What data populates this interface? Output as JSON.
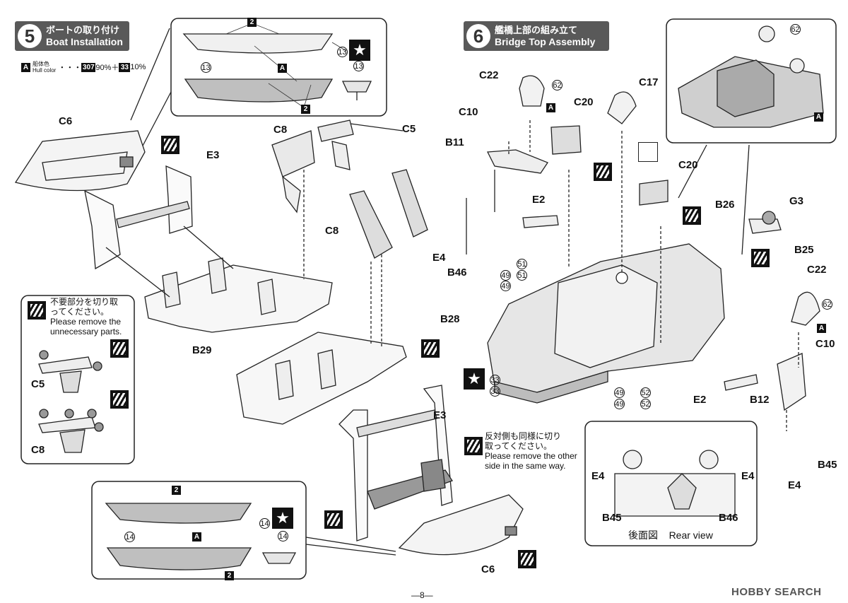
{
  "step5": {
    "num": "5",
    "jp": "ボートの取り付け",
    "en": "Boat Installation"
  },
  "hull_color": {
    "letter": "A",
    "jp": "船体色",
    "en": "Hull color",
    "dots": "・・・",
    "c1": "307",
    "p1": "90%＋",
    "c2": "33",
    "p2": "10%"
  },
  "step6": {
    "num": "6",
    "jp": "艦橋上部の組み立て",
    "en": "Bridge Top Assembly"
  },
  "note_remove": {
    "jp1": "不要部分を切り取",
    "jp2": "ってください。",
    "en1": "Please remove the",
    "en2": "unnecessary parts."
  },
  "note_other": {
    "jp1": "反対側も同様に切り",
    "jp2": "取ってください。",
    "en1": "Please remove the other",
    "en2": "side in the same way."
  },
  "rear": {
    "jp": "後面図",
    "en": "Rear view"
  },
  "labels": {
    "c6a": "C6",
    "e3a": "E3",
    "c8a": "C8",
    "c5a": "C5",
    "c8b": "C8",
    "b29": "B29",
    "c5s": "C5",
    "c8s": "C8",
    "e3b": "E3",
    "c6b": "C6",
    "c22a": "C22",
    "c10a": "C10",
    "b11": "B11",
    "c20a": "C20",
    "c17": "C17",
    "c20b": "C20",
    "e2a": "E2",
    "b26": "B26",
    "g3": "G3",
    "b25": "B25",
    "e4a": "E4",
    "b46a": "B46",
    "b28": "B28",
    "c22b": "C22",
    "c10b": "C10",
    "e2b": "E2",
    "b12": "B12",
    "b45a": "B45",
    "e4b": "E4",
    "r_e4l": "E4",
    "r_e4r": "E4",
    "r_b45": "B45",
    "r_b46": "B46"
  },
  "marks": {
    "two": "2",
    "a": "A",
    "c13": "13",
    "c14": "14",
    "c62": "62",
    "c51": "51",
    "c49": "49",
    "c52": "52",
    "c33": "33",
    "star": "★"
  },
  "page_number": "—8—",
  "watermark": "HOBBY SEARCH"
}
